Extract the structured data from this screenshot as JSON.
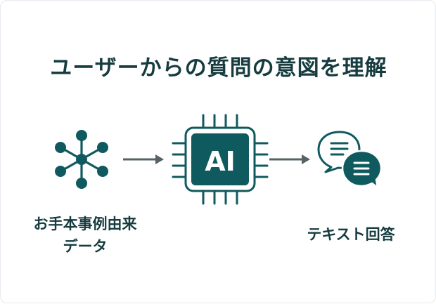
{
  "title": "ユーザーからの質問の意図を理解",
  "chip": {
    "label": "AI"
  },
  "inputs": {
    "line1": "お手本事例由来",
    "line2": "データ"
  },
  "output": {
    "label": "テキスト回答"
  },
  "colors": {
    "primary": "#0f5a5e",
    "text": "#163c40",
    "arrow": "#556266",
    "border": "#e6eaee"
  },
  "icons": {
    "left": "network-hub-icon",
    "center": "ai-chip-icon",
    "right": "chat-bubbles-icon"
  }
}
